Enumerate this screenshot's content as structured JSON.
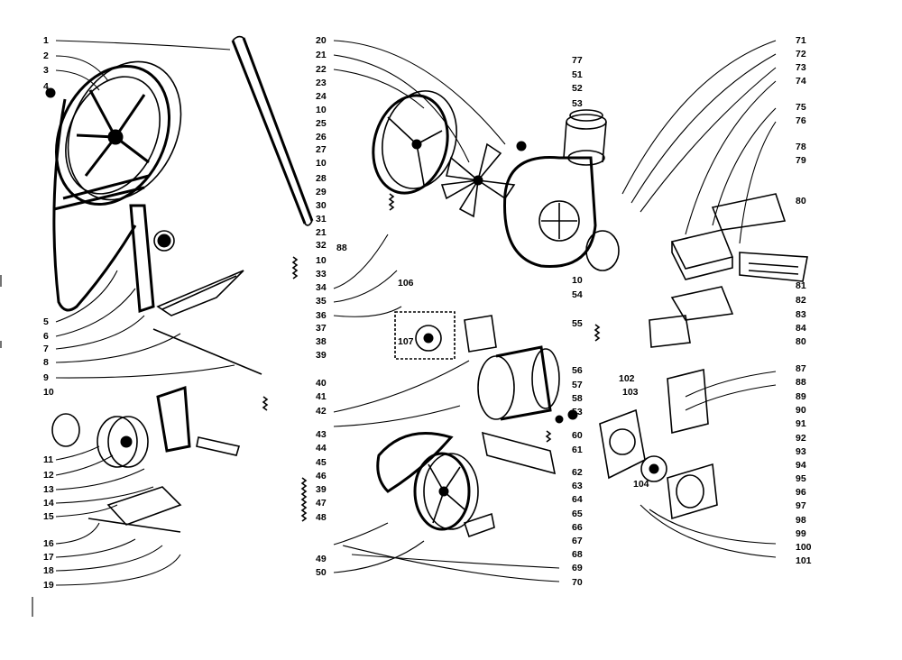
{
  "diagram": {
    "labels_left": [
      "1",
      "2",
      "3",
      "4",
      "5",
      "6",
      "7",
      "8",
      "9",
      "10",
      "11",
      "12",
      "13",
      "14",
      "15",
      "16",
      "17",
      "18",
      "19"
    ],
    "labels_center_left": [
      "20",
      "21",
      "22",
      "23",
      "24",
      "10",
      "25",
      "26",
      "27",
      "10",
      "28",
      "29",
      "30",
      "31",
      "21",
      "88",
      "32",
      "10",
      "33",
      "34",
      "35",
      "36",
      "37",
      "38",
      "39",
      "40",
      "41",
      "42",
      "43",
      "44",
      "45",
      "46",
      "39",
      "47",
      "48",
      "49",
      "50"
    ],
    "labels_center_right": [
      "77",
      "51",
      "52",
      "53",
      "10",
      "54",
      "55",
      "56",
      "57",
      "58",
      "53",
      "60",
      "61",
      "62",
      "63",
      "64",
      "65",
      "66",
      "67",
      "68",
      "69",
      "70"
    ],
    "labels_right": [
      "71",
      "72",
      "73",
      "74",
      "75",
      "76",
      "78",
      "79",
      "80",
      "81",
      "82",
      "83",
      "84",
      "80",
      "87",
      "88",
      "89",
      "90",
      "91",
      "92",
      "93",
      "94",
      "95",
      "96",
      "97",
      "98",
      "99",
      "100",
      "101"
    ],
    "labels_inset": [
      "102",
      "103",
      "104",
      "106",
      "107"
    ]
  }
}
